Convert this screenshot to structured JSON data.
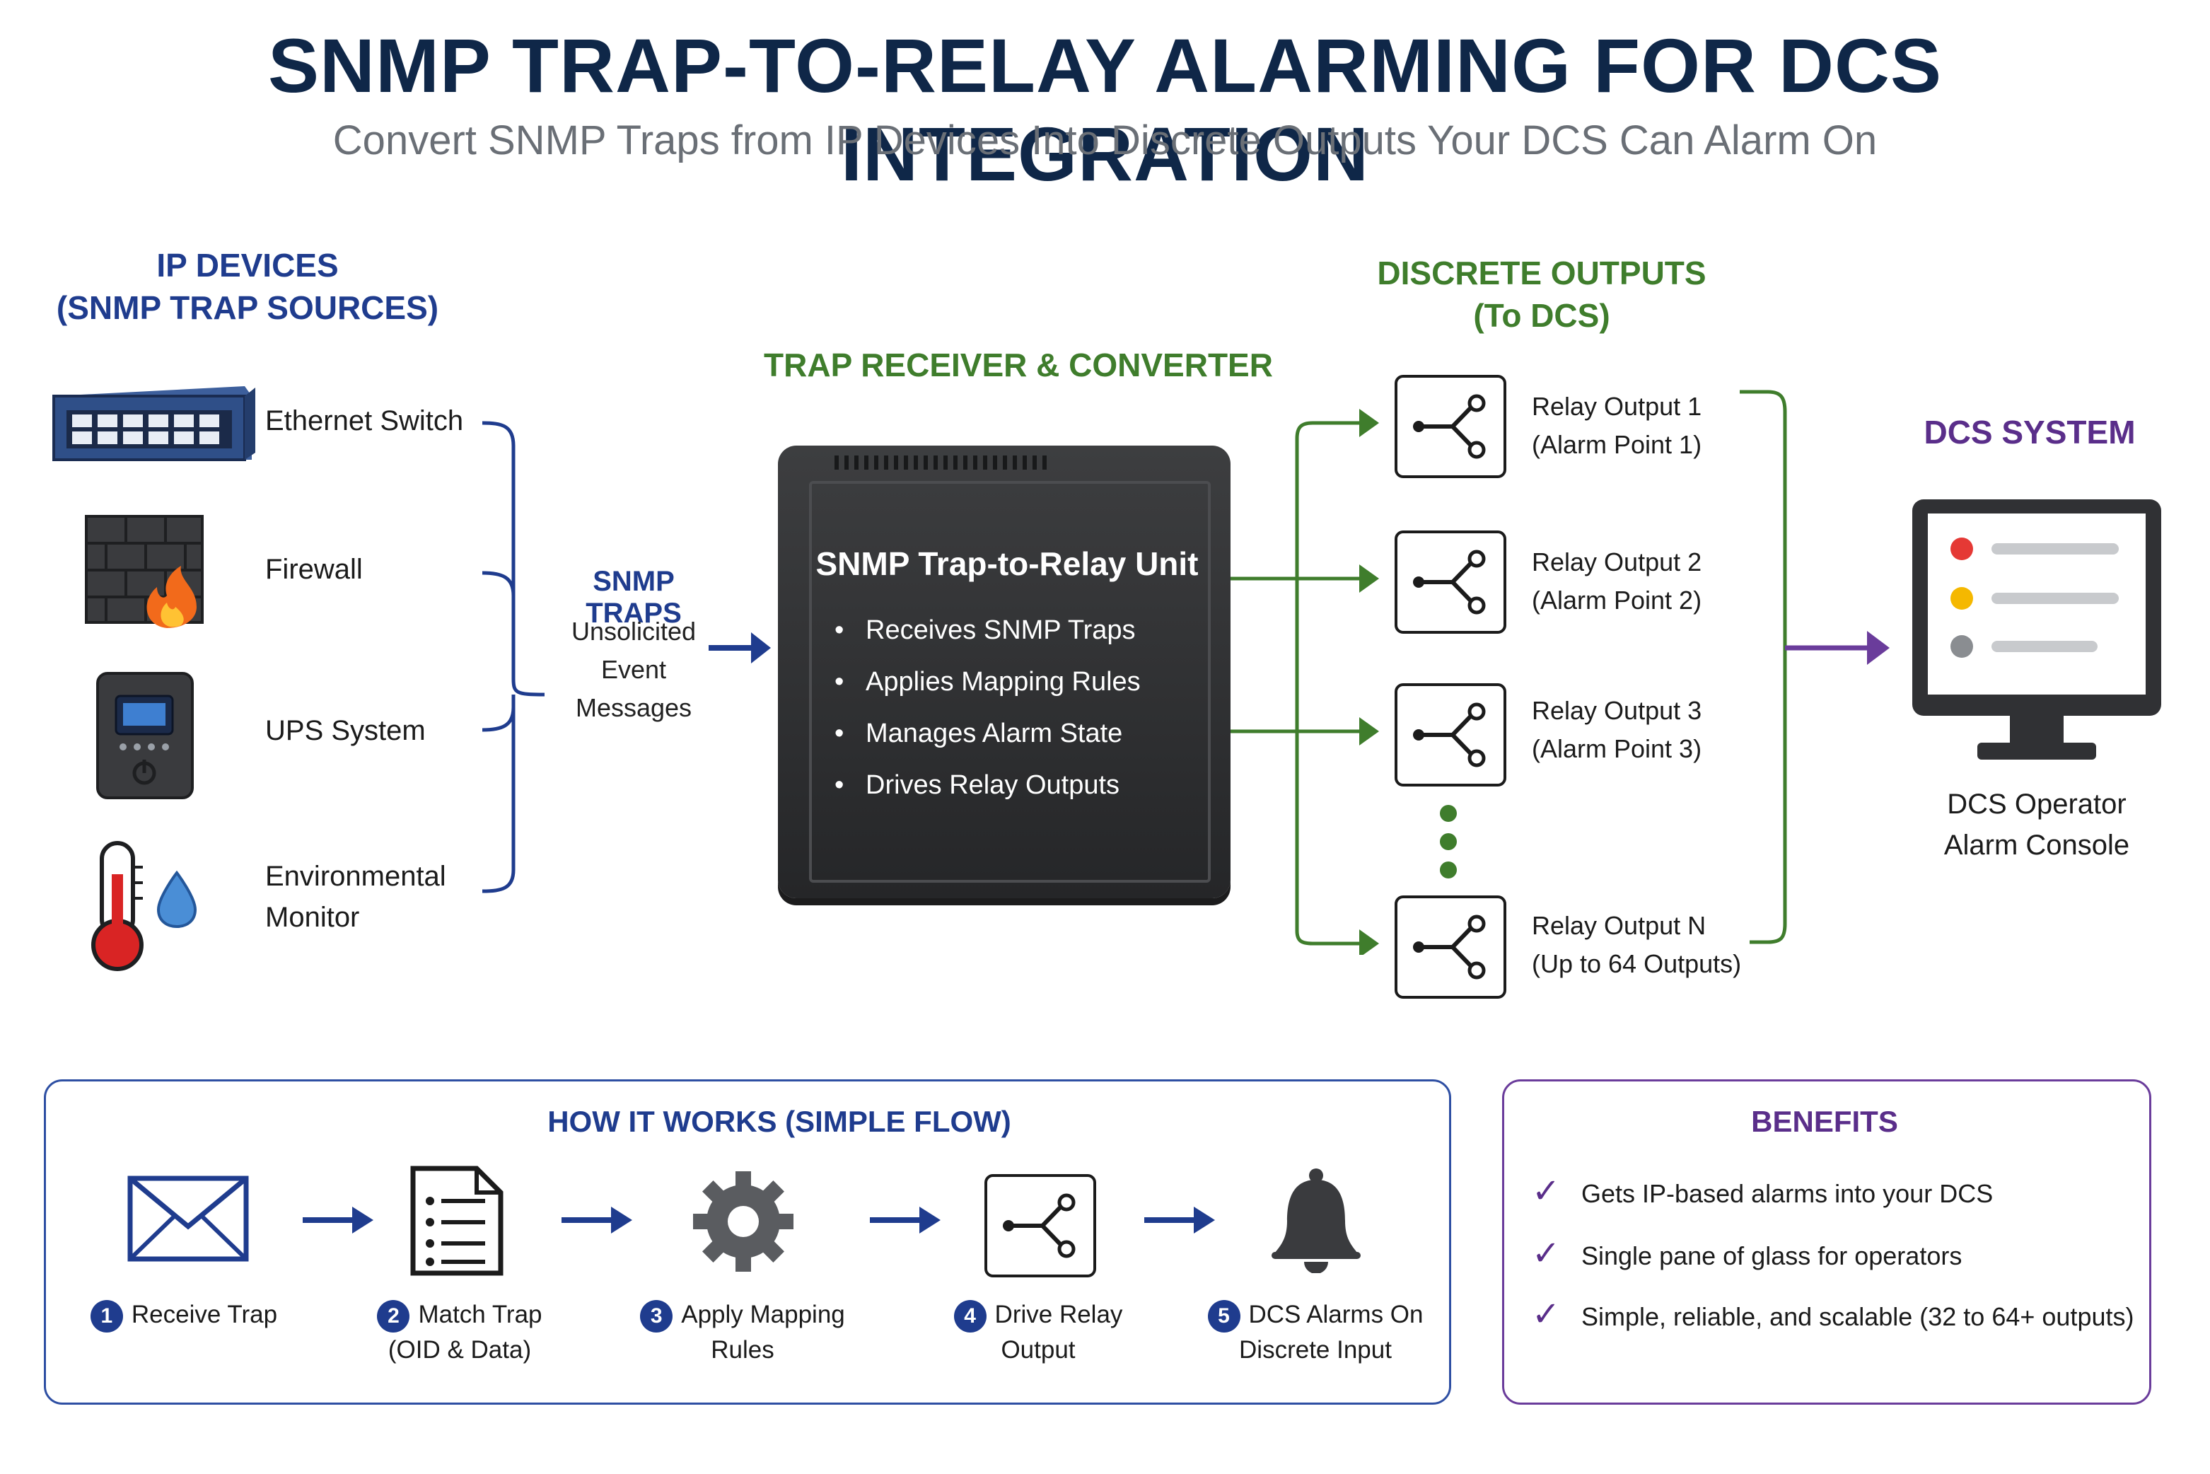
{
  "title": "SNMP TRAP-TO-RELAY ALARMING FOR DCS INTEGRATION",
  "subtitle": "Convert SNMP Traps from IP Devices Into Discrete Outputs Your DCS Can Alarm On",
  "ip_devices": {
    "heading_line1": "IP DEVICES",
    "heading_line2": "(SNMP TRAP SOURCES)",
    "items": [
      {
        "label": "Ethernet Switch",
        "icon": "ethernet-switch-icon"
      },
      {
        "label": "Firewall",
        "icon": "firewall-icon"
      },
      {
        "label": "UPS System",
        "icon": "ups-icon"
      },
      {
        "label_line1": "Environmental",
        "label_line2": "Monitor",
        "icon": "thermometer-icon"
      }
    ]
  },
  "snmp_traps": {
    "heading": "SNMP TRAPS",
    "line1": "Unsolicited",
    "line2": "Event",
    "line3": "Messages"
  },
  "converter": {
    "heading": "TRAP RECEIVER & CONVERTER",
    "unit_title": "SNMP Trap-to-Relay Unit",
    "features": [
      "Receives SNMP Traps",
      "Applies Mapping Rules",
      "Manages Alarm State",
      "Drives Relay Outputs"
    ]
  },
  "outputs": {
    "heading_line1": "DISCRETE OUTPUTS",
    "heading_line2": "(To DCS)",
    "relays": [
      {
        "name": "Relay Output 1",
        "detail": "(Alarm Point 1)"
      },
      {
        "name": "Relay Output 2",
        "detail": "(Alarm Point 2)"
      },
      {
        "name": "Relay Output 3",
        "detail": "(Alarm Point 3)"
      },
      {
        "name": "Relay Output N",
        "detail": "(Up to 64 Outputs)"
      }
    ]
  },
  "dcs": {
    "heading": "DCS SYSTEM",
    "label_line1": "DCS Operator",
    "label_line2": "Alarm Console",
    "indicator_colors": [
      "#e53935",
      "#f5b800",
      "#8a8d91"
    ]
  },
  "how_it_works": {
    "heading": "HOW IT WORKS (SIMPLE FLOW)",
    "steps": [
      {
        "num": "1",
        "line1": "Receive Trap",
        "line2": "",
        "icon": "envelope-icon"
      },
      {
        "num": "2",
        "line1": "Match Trap",
        "line2": "(OID & Data)",
        "icon": "document-list-icon"
      },
      {
        "num": "3",
        "line1": "Apply Mapping",
        "line2": "Rules",
        "icon": "gear-icon"
      },
      {
        "num": "4",
        "line1": "Drive Relay",
        "line2": "Output",
        "icon": "relay-icon"
      },
      {
        "num": "5",
        "line1": "DCS Alarms On",
        "line2": "Discrete Input",
        "icon": "bell-icon"
      }
    ]
  },
  "benefits": {
    "heading": "BENEFITS",
    "items": [
      "Gets IP-based alarms into your DCS",
      "Single pane of glass for operators",
      "Simple, reliable, and scalable (32 to 64+ outputs)"
    ]
  },
  "colors": {
    "navy": "#0f2748",
    "blue": "#1f3c8e",
    "green": "#3f7d2c",
    "purple": "#5a2e8a"
  }
}
